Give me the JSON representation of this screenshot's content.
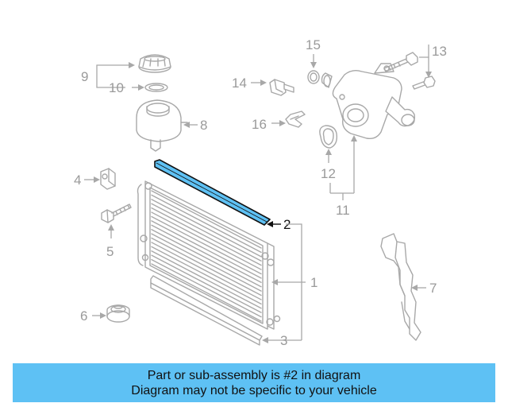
{
  "banner": {
    "line1": "Part or sub-assembly is #2 in diagram",
    "line2": "Diagram may not be specific to your vehicle"
  },
  "callouts": {
    "c1": "1",
    "c2": "2",
    "c3": "3",
    "c4": "4",
    "c5": "5",
    "c6": "6",
    "c7": "7",
    "c8": "8",
    "c9": "9",
    "c10": "10",
    "c11": "11",
    "c12": "12",
    "c13": "13",
    "c14": "14",
    "c15": "15",
    "c16": "16"
  },
  "colors": {
    "banner": "#5ec1f4",
    "highlight": "#5ec1f4",
    "linework": "#a8a8a8"
  }
}
